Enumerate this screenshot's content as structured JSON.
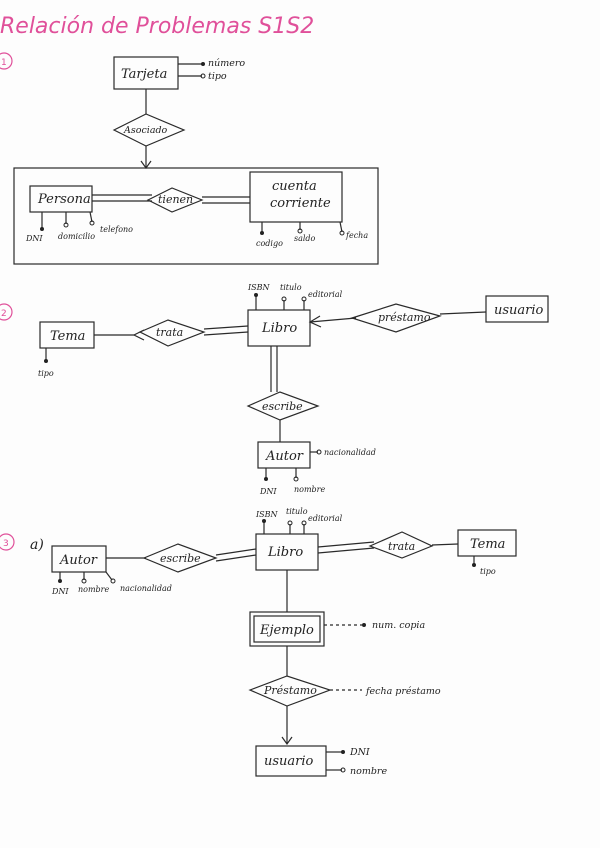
{
  "title": "Relación de Problemas S1S2",
  "exercise_numbers": [
    "1",
    "2",
    "3"
  ],
  "ex1": {
    "tarjeta": "Tarjeta",
    "numero": "número",
    "tipo": "tipo",
    "asociado": "Asociado",
    "persona": "Persona",
    "tienen": "tienen",
    "cuenta_l1": "cuenta",
    "cuenta_l2": "corriente",
    "dni": "DNI",
    "domicilio": "domicilio",
    "telefono": "telefono",
    "codigo": "codigo",
    "saldo": "saldo",
    "fecha": "fecha"
  },
  "ex2": {
    "tema": "Tema",
    "tipo": "tipo",
    "trata": "trata",
    "isbn": "ISBN",
    "titulo": "titulo",
    "editorial": "editorial",
    "libro": "Libro",
    "prestamo": "préstamo",
    "usuario": "usuario",
    "escribe": "escribe",
    "autor": "Autor",
    "nacionalidad": "nacionalidad",
    "dni": "DNI",
    "nombre": "nombre"
  },
  "ex3": {
    "a": "a)",
    "autor": "Autor",
    "dni": "DNI",
    "nombre": "nombre",
    "nacionalidad": "nacionalidad",
    "escribe": "escribe",
    "isbn": "ISBN",
    "titulo": "titulo",
    "editorial": "editorial",
    "libro": "Libro",
    "trata": "trata",
    "tema": "Tema",
    "tipo": "tipo",
    "ejemplo": "Ejemplo",
    "num_copia": "num. copia",
    "prestamo": "Préstamo",
    "fecha_prestamo": "fecha préstamo",
    "usuario": "usuario",
    "u_dni": "DNI",
    "u_nombre": "nombre"
  }
}
